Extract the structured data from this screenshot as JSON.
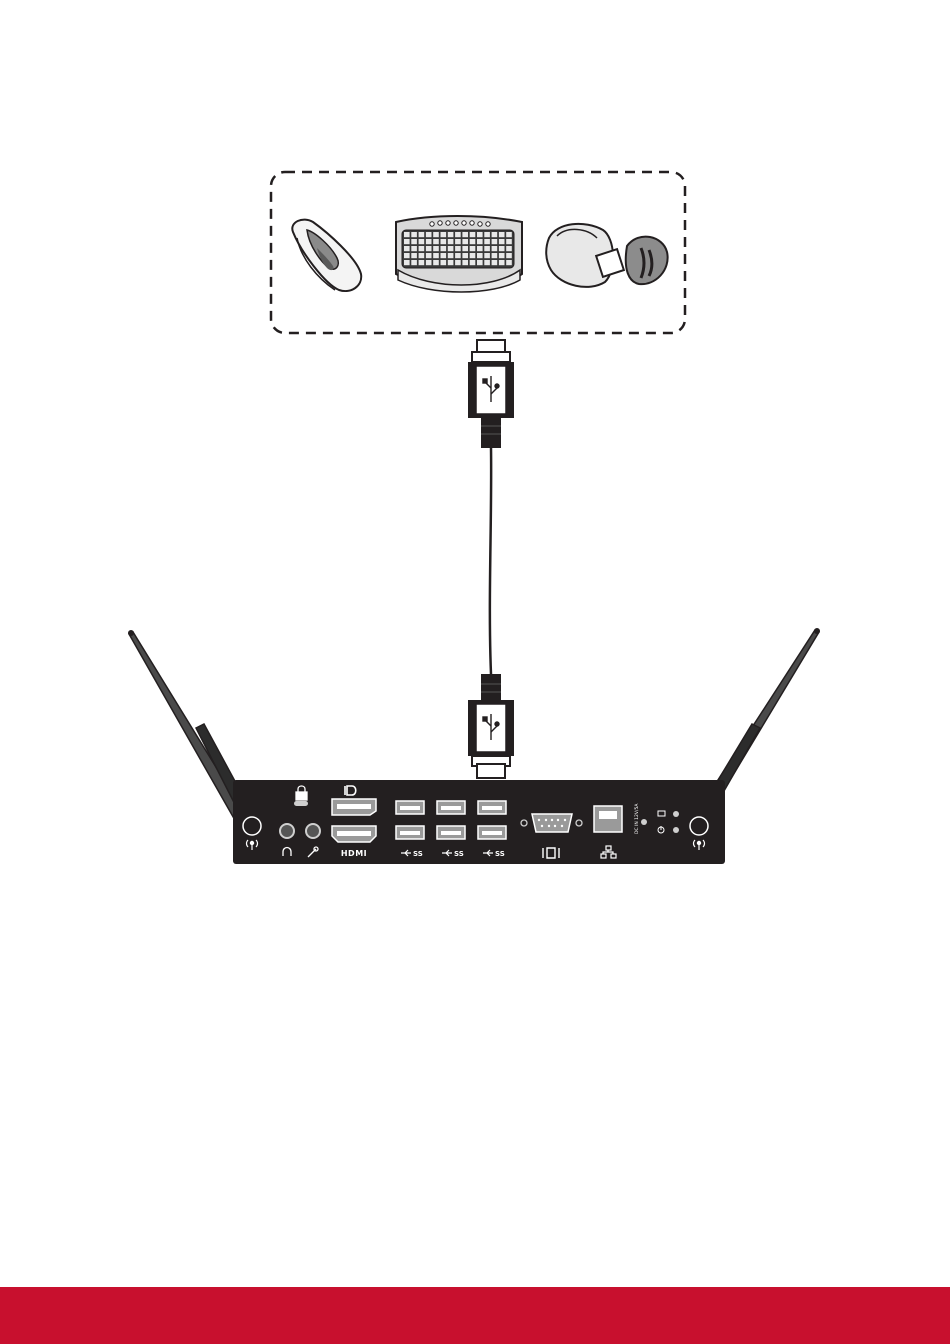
{
  "colors": {
    "footer_bar": "#c8102e",
    "device_body": "#231f20",
    "port_ink": "#ffffff",
    "line": "#000000"
  },
  "device": {
    "hdmi_label": "HDMI",
    "usb_labels": [
      "SS",
      "SS",
      "SS"
    ],
    "side_text": "DC IN 12V/5A"
  },
  "icons": [
    "mouse-icon",
    "keyboard-icon",
    "usb-dongle-icon",
    "usb-plug-icon",
    "antenna-icon",
    "lock-icon",
    "displayport-icon",
    "hdmi-port-icon",
    "usb-port-icon",
    "serial-port-icon",
    "ethernet-port-icon",
    "headphone-jack-icon",
    "microphone-jack-icon"
  ]
}
